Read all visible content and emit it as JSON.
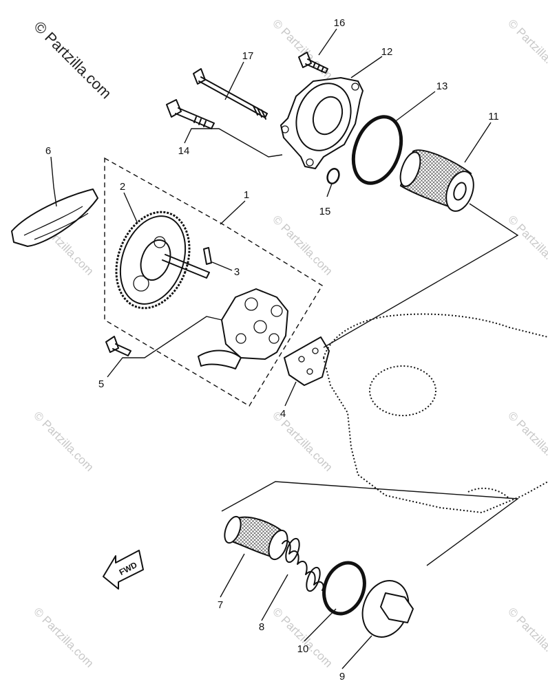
{
  "watermark": {
    "text": "© Partzilla.com"
  },
  "callouts": {
    "c1": "1",
    "c2": "2",
    "c3": "3",
    "c4": "4",
    "c5": "5",
    "c6": "6",
    "c7": "7",
    "c8": "8",
    "c9": "9",
    "c10": "10",
    "c11": "11",
    "c12": "12",
    "c13": "13",
    "c14": "14",
    "c15": "15",
    "c16": "16",
    "c17": "17"
  },
  "arrow_label": "FWD"
}
